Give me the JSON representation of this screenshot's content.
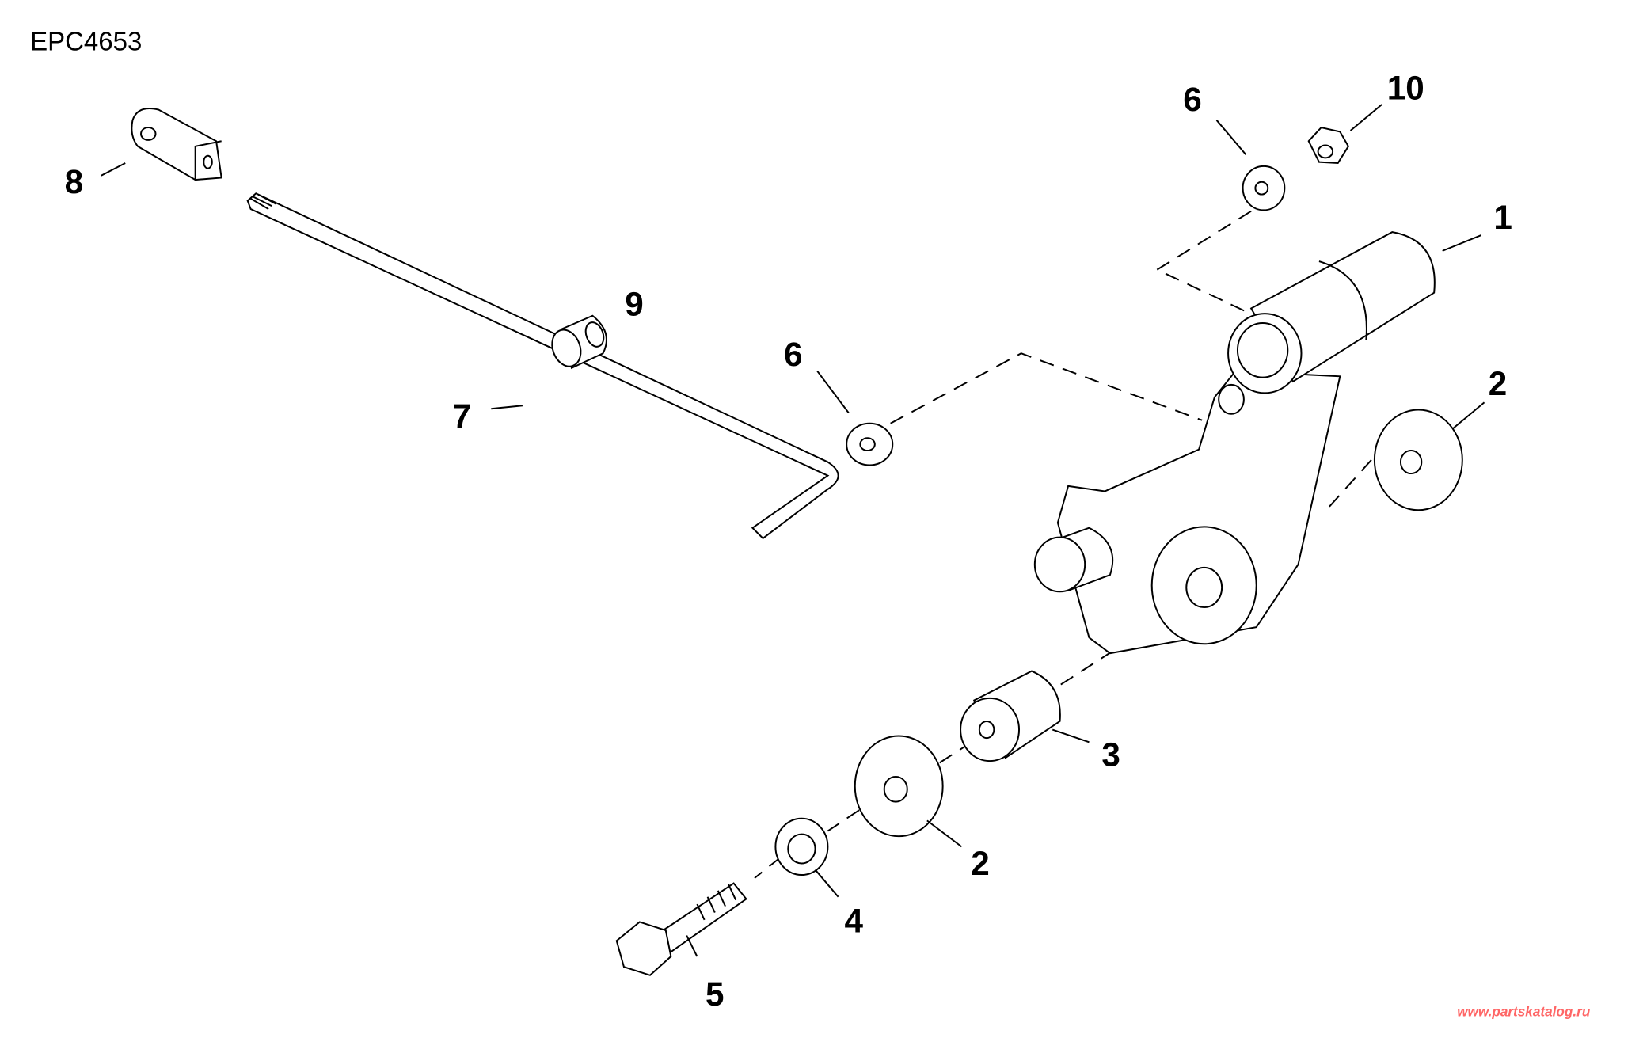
{
  "diagram": {
    "code": "EPC4653",
    "watermark": "www.partskatalog.ru",
    "watermark_color": "#ff6666",
    "callouts": [
      {
        "id": "1",
        "label": "1"
      },
      {
        "id": "2a",
        "label": "2"
      },
      {
        "id": "2b",
        "label": "2"
      },
      {
        "id": "3",
        "label": "3"
      },
      {
        "id": "4",
        "label": "4"
      },
      {
        "id": "5",
        "label": "5"
      },
      {
        "id": "6a",
        "label": "6"
      },
      {
        "id": "6b",
        "label": "6"
      },
      {
        "id": "7",
        "label": "7"
      },
      {
        "id": "8",
        "label": "8"
      },
      {
        "id": "9",
        "label": "9"
      },
      {
        "id": "10",
        "label": "10"
      }
    ]
  }
}
